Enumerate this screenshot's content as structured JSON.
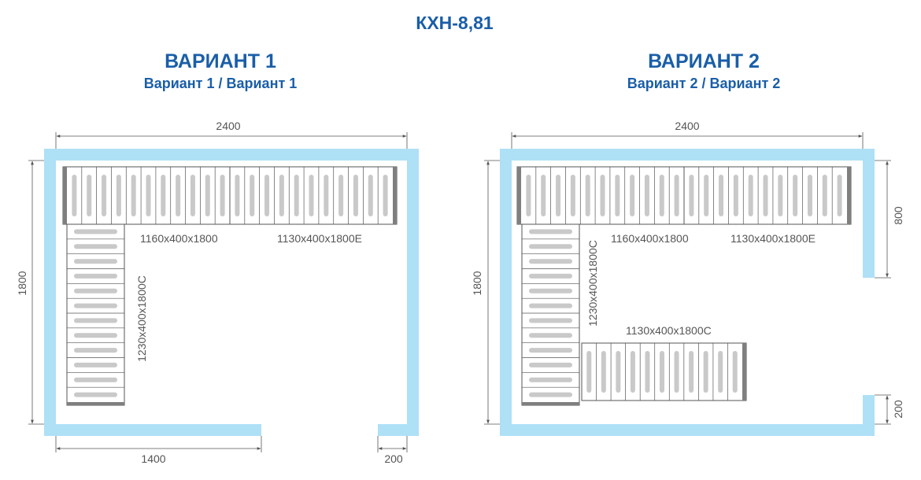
{
  "title": "КХН-8,81",
  "variant1": {
    "heading": "ВАРИАНТ 1",
    "subheading": "Вариант 1 / Вариант 1",
    "dim_top": "2400",
    "dim_left": "1800",
    "dim_bottom_left": "1400",
    "dim_bottom_right": "200",
    "label_rack_a": "1160x400x1800",
    "label_rack_b": "1130x400x1800E",
    "label_rack_c": "1230x400x1800C"
  },
  "variant2": {
    "heading": "ВАРИАНТ 2",
    "subheading": "Вариант 2 / Вариант 2",
    "dim_top": "2400",
    "dim_left": "1800",
    "dim_right_top": "800",
    "dim_right_bottom": "200",
    "label_rack_a": "1160x400x1800",
    "label_rack_b": "1130x400x1800E",
    "label_rack_c": "1230x400x1800C",
    "label_rack_d": "1130x400x1800C"
  },
  "colors": {
    "wall": "#aee0f6",
    "title": "#1a5ea8",
    "rack_outline": "#555555",
    "rack_end": "#7f7f7f",
    "slat": "#c9c9c9",
    "dimension": "#555555"
  }
}
